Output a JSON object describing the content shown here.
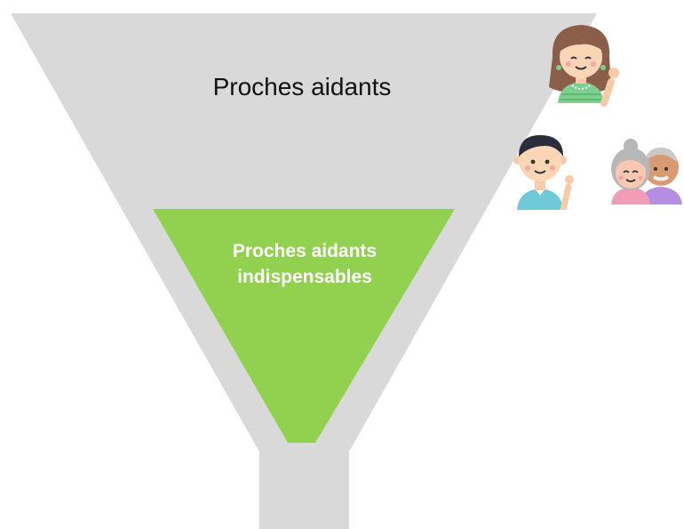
{
  "funnel": {
    "outer_label": "Proches aidants",
    "inner_label_line1": "Proches aidants",
    "inner_label_line2": "indispensables",
    "outer_color": "#d9d9d9",
    "inner_color": "#92d050"
  },
  "avatars": [
    {
      "icon": "woman-waving-icon"
    },
    {
      "icon": "man-waving-icon"
    },
    {
      "icon": "elderly-couple-icon"
    }
  ]
}
